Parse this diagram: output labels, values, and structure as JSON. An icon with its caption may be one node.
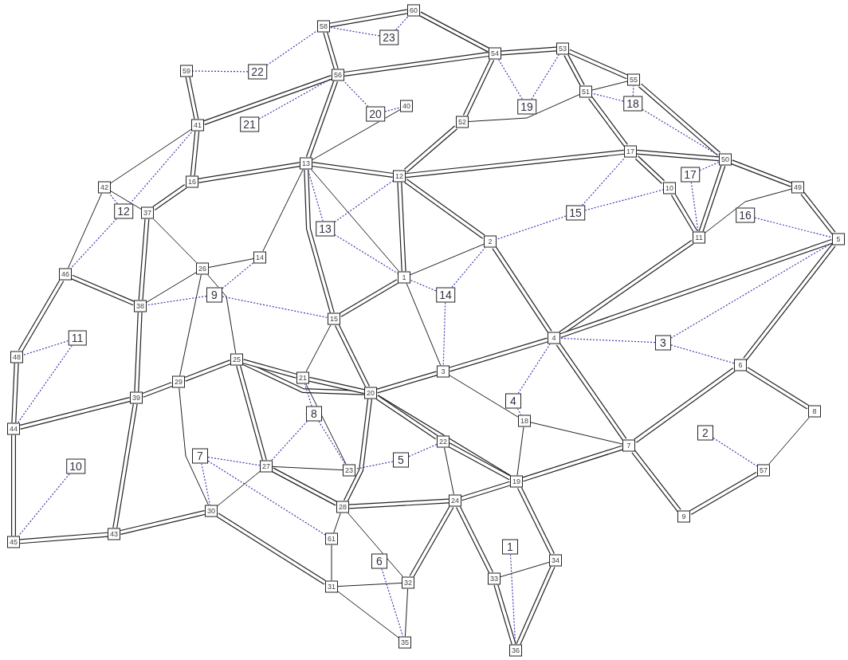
{
  "diagram": {
    "nodes": [
      {
        "text": [
          "1"
        ]
      },
      {
        "text": [
          "2"
        ]
      },
      {
        "text": [
          "3"
        ]
      },
      {
        "text": [
          "4"
        ]
      },
      {
        "text": [
          "5"
        ]
      },
      {
        "text": [
          "6"
        ]
      },
      {
        "text": [
          "7"
        ]
      },
      {
        "text": [
          "8"
        ]
      },
      {
        "text": [
          "9"
        ]
      },
      {
        "text": [
          "10"
        ]
      },
      {
        "text": [
          "11"
        ]
      },
      {
        "text": [
          "12"
        ]
      },
      {
        "text": [
          "13"
        ]
      },
      {
        "text": [
          "14"
        ]
      },
      {
        "text": [
          "15"
        ]
      },
      {
        "text": [
          "16"
        ]
      },
      {
        "text": [
          "17"
        ]
      },
      {
        "text": [
          "18"
        ]
      },
      {
        "text": [
          "19"
        ]
      },
      {
        "text": [
          "20"
        ]
      },
      {
        "text": [
          "21"
        ]
      },
      {
        "text": [
          "22"
        ]
      },
      {
        "text": [
          "23"
        ]
      },
      {
        "text": [
          "24"
        ]
      },
      {
        "text": [
          "25"
        ]
      },
      {
        "text": [
          "26"
        ]
      },
      {
        "text": [
          "27"
        ]
      },
      {
        "text": [
          "28"
        ]
      },
      {
        "text": [
          "29"
        ]
      },
      {
        "text": [
          "30"
        ]
      },
      {
        "text": [
          "31"
        ]
      },
      {
        "text": [
          "32"
        ]
      },
      {
        "text": [
          "33"
        ]
      },
      {
        "text": [
          "34"
        ]
      },
      {
        "text": [
          "35"
        ]
      },
      {
        "text": [
          "36"
        ]
      },
      {
        "text": [
          "37"
        ]
      },
      {
        "text": [
          "38"
        ]
      },
      {
        "text": [
          "39"
        ]
      },
      {
        "text": [
          "40"
        ]
      },
      {
        "text": [
          "41"
        ]
      },
      {
        "text": [
          "42"
        ]
      },
      {
        "text": [
          "43"
        ]
      },
      {
        "text": [
          "44"
        ]
      },
      {
        "text": [
          "45"
        ]
      },
      {
        "text": [
          "46"
        ]
      },
      {
        "text": [
          "48"
        ]
      },
      {
        "text": [
          "49"
        ]
      },
      {
        "text": [
          "50"
        ]
      },
      {
        "text": [
          "51"
        ]
      },
      {
        "text": [
          "52"
        ]
      },
      {
        "text": [
          "53"
        ]
      },
      {
        "text": [
          "54"
        ]
      },
      {
        "text": [
          "55"
        ]
      },
      {
        "text": [
          "56"
        ]
      },
      {
        "text": [
          "57"
        ]
      },
      {
        "text": [
          "58"
        ]
      },
      {
        "text": [
          "59"
        ]
      },
      {
        "text": [
          "60"
        ]
      },
      {
        "text": [
          "61"
        ]
      },
      {
        "text": [
          "1"
        ]
      },
      {
        "text": [
          "2"
        ]
      },
      {
        "text": [
          "3"
        ]
      },
      {
        "text": [
          "4"
        ]
      },
      {
        "text": [
          "5"
        ]
      },
      {
        "text": [
          "6"
        ]
      },
      {
        "text": [
          "7"
        ]
      },
      {
        "text": [
          "8"
        ]
      },
      {
        "text": [
          "9"
        ]
      },
      {
        "text": [
          "10"
        ]
      },
      {
        "text": [
          "11"
        ]
      },
      {
        "text": [
          "12"
        ]
      },
      {
        "text": [
          "13"
        ]
      },
      {
        "text": [
          "14"
        ]
      },
      {
        "text": [
          "15"
        ]
      },
      {
        "text": [
          "16"
        ]
      },
      {
        "text": [
          "17"
        ]
      },
      {
        "text": [
          "18"
        ]
      },
      {
        "text": [
          "19"
        ]
      },
      {
        "text": [
          "20"
        ]
      },
      {
        "text": [
          "21"
        ]
      },
      {
        "text": [
          "22"
        ]
      },
      {
        "text": [
          "23"
        ]
      }
    ],
    "edges": [
      {
        "from": 56,
        "to": 58,
        "arrow": "none",
        "style": "thick"
      },
      {
        "from": 56,
        "to": 54,
        "arrow": "none",
        "style": "thick"
      },
      {
        "from": 54,
        "to": 40,
        "arrow": "none",
        "style": "thick"
      },
      {
        "from": 40,
        "to": 57,
        "arrow": "none",
        "style": "thick"
      },
      {
        "from": 40,
        "to": 15,
        "arrow": "none",
        "style": "thick"
      },
      {
        "from": 54,
        "to": 12,
        "arrow": "none",
        "style": "thick"
      },
      {
        "from": 54,
        "to": 52,
        "arrow": "none",
        "style": "thick"
      },
      {
        "from": 52,
        "to": 51,
        "arrow": "none",
        "style": "thick"
      },
      {
        "from": 58,
        "to": 52,
        "arrow": "none",
        "style": "thick"
      },
      {
        "from": 52,
        "to": 50,
        "arrow": "none",
        "style": "thick"
      },
      {
        "from": 50,
        "to": 11,
        "arrow": "none",
        "style": "thick"
      },
      {
        "from": 51,
        "to": 49,
        "arrow": "none",
        "style": "thick"
      },
      {
        "from": 51,
        "to": 53,
        "arrow": "none",
        "style": "thick"
      },
      {
        "from": 49,
        "to": 16,
        "arrow": "none",
        "style": "thick"
      },
      {
        "from": 53,
        "to": 48,
        "arrow": "none",
        "style": "thick"
      },
      {
        "from": 16,
        "to": 48,
        "arrow": "none",
        "style": "thick"
      },
      {
        "from": 16,
        "to": 11,
        "arrow": "none",
        "style": "thick"
      },
      {
        "from": 16,
        "to": 9,
        "arrow": "none",
        "style": "thick"
      },
      {
        "from": 9,
        "to": 10,
        "arrow": "none",
        "style": "thick"
      },
      {
        "from": 48,
        "to": 10,
        "arrow": "none",
        "style": "thick"
      },
      {
        "from": 48,
        "to": 47,
        "arrow": "none",
        "style": "thick"
      },
      {
        "from": 47,
        "to": 4,
        "arrow": "none",
        "style": "thick"
      },
      {
        "from": 10,
        "to": 3,
        "arrow": "none",
        "style": "thick"
      },
      {
        "from": 3,
        "to": 4,
        "arrow": "none",
        "style": "thick"
      },
      {
        "from": 4,
        "to": 5,
        "arrow": "none",
        "style": "thick"
      },
      {
        "from": 5,
        "to": 6,
        "arrow": "none",
        "style": "thick"
      },
      {
        "from": 5,
        "to": 7,
        "arrow": "none",
        "style": "thick"
      },
      {
        "from": 6,
        "to": 8,
        "arrow": "none",
        "style": "thick"
      },
      {
        "from": 8,
        "to": 55,
        "arrow": "none",
        "style": "thick"
      },
      {
        "from": 3,
        "to": 6,
        "arrow": "none",
        "style": "thick"
      },
      {
        "from": 1,
        "to": 3,
        "arrow": "none",
        "style": "thick"
      },
      {
        "from": 11,
        "to": 1,
        "arrow": "none",
        "style": "thick"
      },
      {
        "from": 11,
        "to": 0,
        "arrow": "none",
        "style": "thick"
      },
      {
        "from": 11,
        "to": 12,
        "arrow": "none",
        "style": "thick"
      },
      {
        "from": 12,
        "to": 15,
        "arrow": "none",
        "style": "thick"
      },
      {
        "from": 15,
        "to": 36,
        "arrow": "none",
        "style": "thick"
      },
      {
        "from": 36,
        "to": 37,
        "arrow": "none",
        "style": "thick"
      },
      {
        "from": 37,
        "to": 45,
        "arrow": "none",
        "style": "thick"
      },
      {
        "from": 45,
        "to": 46,
        "arrow": "none",
        "style": "thick"
      },
      {
        "from": 46,
        "to": 43,
        "arrow": "none",
        "style": "thick"
      },
      {
        "from": 43,
        "to": 38,
        "arrow": "none",
        "style": "thick"
      },
      {
        "from": 43,
        "to": 44,
        "arrow": "none",
        "style": "thick"
      },
      {
        "from": 44,
        "to": 42,
        "arrow": "none",
        "style": "thick"
      },
      {
        "from": 42,
        "to": 38,
        "arrow": "none",
        "style": "thick"
      },
      {
        "from": 38,
        "to": 37,
        "arrow": "none",
        "style": "thick"
      },
      {
        "from": 38,
        "to": 28,
        "arrow": "none",
        "style": "thick"
      },
      {
        "from": 28,
        "to": 24,
        "arrow": "none",
        "style": "thick"
      },
      {
        "from": 24,
        "to": 19,
        "arrow": "none",
        "style": "thick"
      },
      {
        "from": 24,
        "to": 26,
        "arrow": "none",
        "style": "thick"
      },
      {
        "from": 26,
        "to": 27,
        "arrow": "none",
        "style": "thick"
      },
      {
        "from": 27,
        "to": 23,
        "arrow": "none",
        "style": "thick"
      },
      {
        "from": 23,
        "to": 18,
        "arrow": "none",
        "style": "thick"
      },
      {
        "from": 18,
        "to": 6,
        "arrow": "none",
        "style": "thick"
      },
      {
        "from": 19,
        "to": 2,
        "arrow": "none",
        "style": "thick"
      },
      {
        "from": 2,
        "to": 3,
        "arrow": "none",
        "style": "thick"
      },
      {
        "from": 19,
        "to": 18,
        "arrow": "none",
        "style": "thick"
      },
      {
        "from": 19,
        "to": 27,
        "arrow": "none",
        "style": "thick"
      },
      {
        "from": 18,
        "to": 33,
        "arrow": "none",
        "style": "thick"
      },
      {
        "from": 33,
        "to": 35,
        "arrow": "none",
        "style": "thick"
      },
      {
        "from": 23,
        "to": 32,
        "arrow": "none",
        "style": "thick"
      },
      {
        "from": 32,
        "to": 35,
        "arrow": "none",
        "style": "thick"
      },
      {
        "from": 23,
        "to": 31,
        "arrow": "none",
        "style": "thick"
      },
      {
        "from": 29,
        "to": 30,
        "arrow": "none",
        "style": "thick"
      },
      {
        "from": 29,
        "to": 42,
        "arrow": "none",
        "style": "thick"
      },
      {
        "from": 0,
        "to": 14,
        "arrow": "none",
        "style": "thick"
      },
      {
        "from": 14,
        "to": 19,
        "arrow": "none",
        "style": "thick"
      },
      {
        "from": 12,
        "to": 14,
        "arrow": "none",
        "style": "thick"
      },
      {
        "from": 20,
        "to": 19,
        "arrow": "none",
        "style": "thick"
      },
      {
        "from": 20,
        "to": 24,
        "arrow": "none",
        "style": "thick"
      },
      {
        "from": 19,
        "to": 21,
        "arrow": "none",
        "style": "thick"
      },
      {
        "from": 21,
        "to": 18,
        "arrow": "none",
        "style": "thick"
      },
      {
        "from": 41,
        "to": 36,
        "arrow": "none"
      },
      {
        "from": 41,
        "to": 45,
        "arrow": "none"
      },
      {
        "from": 41,
        "to": 40,
        "arrow": "none"
      },
      {
        "from": 55,
        "to": 7,
        "arrow": "none"
      },
      {
        "from": 37,
        "to": 25,
        "arrow": "none"
      },
      {
        "from": 25,
        "to": 13,
        "arrow": "none"
      },
      {
        "from": 25,
        "to": 36,
        "arrow": "none"
      },
      {
        "from": 25,
        "to": 28,
        "arrow": "none"
      },
      {
        "from": 25,
        "to": 24,
        "arrow": "none"
      },
      {
        "from": 13,
        "to": 12,
        "arrow": "none"
      },
      {
        "from": 14,
        "to": 20,
        "arrow": "none"
      },
      {
        "from": 20,
        "to": 22,
        "arrow": "none"
      },
      {
        "from": 21,
        "to": 23,
        "arrow": "none"
      },
      {
        "from": 17,
        "to": 2,
        "arrow": "none"
      },
      {
        "from": 17,
        "to": 18,
        "arrow": "none"
      },
      {
        "from": 17,
        "to": 6,
        "arrow": "none"
      },
      {
        "from": 0,
        "to": 1,
        "arrow": "none"
      },
      {
        "from": 0,
        "to": 2,
        "arrow": "none"
      },
      {
        "from": 12,
        "to": 39,
        "arrow": "none"
      },
      {
        "from": 49,
        "to": 50,
        "arrow": "none"
      },
      {
        "from": 49,
        "to": 53,
        "arrow": "none"
      },
      {
        "from": 10,
        "to": 47,
        "arrow": "none"
      },
      {
        "from": 22,
        "to": 26,
        "arrow": "none"
      },
      {
        "from": 26,
        "to": 29,
        "arrow": "none"
      },
      {
        "from": 27,
        "to": 31,
        "arrow": "none"
      },
      {
        "from": 30,
        "to": 31,
        "arrow": "none"
      },
      {
        "from": 32,
        "to": 33,
        "arrow": "none"
      },
      {
        "from": 28,
        "to": 29,
        "arrow": "none"
      },
      {
        "from": 59,
        "to": 27,
        "arrow": "none"
      },
      {
        "from": 59,
        "to": 30,
        "arrow": "none"
      },
      {
        "from": 30,
        "to": 34,
        "arrow": "none"
      },
      {
        "from": 31,
        "to": 34,
        "arrow": "none"
      },
      {
        "from": 12,
        "to": 0,
        "arrow": "none"
      },
      {
        "from": 60,
        "to": 35,
        "arrow": "none",
        "style": "dashed",
        "color": "#3b3bb0"
      },
      {
        "from": 61,
        "to": 55,
        "arrow": "none",
        "style": "dashed",
        "color": "#3b3bb0"
      },
      {
        "from": 62,
        "to": 3,
        "arrow": "none",
        "style": "dashed",
        "color": "#3b3bb0"
      },
      {
        "from": 62,
        "to": 5,
        "arrow": "none",
        "style": "dashed",
        "color": "#3b3bb0"
      },
      {
        "from": 62,
        "to": 4,
        "arrow": "none",
        "style": "dashed",
        "color": "#3b3bb0"
      },
      {
        "from": 63,
        "to": 3,
        "arrow": "none",
        "style": "dashed",
        "color": "#3b3bb0"
      },
      {
        "from": 63,
        "to": 17,
        "arrow": "none",
        "style": "dashed",
        "color": "#3b3bb0"
      },
      {
        "from": 64,
        "to": 21,
        "arrow": "none",
        "style": "dashed",
        "color": "#3b3bb0"
      },
      {
        "from": 64,
        "to": 22,
        "arrow": "none",
        "style": "dashed",
        "color": "#3b3bb0"
      },
      {
        "from": 65,
        "to": 34,
        "arrow": "none",
        "style": "dashed",
        "color": "#3b3bb0"
      },
      {
        "from": 66,
        "to": 26,
        "arrow": "none",
        "style": "dashed",
        "color": "#3b3bb0"
      },
      {
        "from": 66,
        "to": 29,
        "arrow": "none",
        "style": "dashed",
        "color": "#3b3bb0"
      },
      {
        "from": 66,
        "to": 59,
        "arrow": "none",
        "style": "dashed",
        "color": "#3b3bb0"
      },
      {
        "from": 67,
        "to": 26,
        "arrow": "none",
        "style": "dashed",
        "color": "#3b3bb0"
      },
      {
        "from": 67,
        "to": 20,
        "arrow": "none",
        "style": "dashed",
        "color": "#3b3bb0"
      },
      {
        "from": 67,
        "to": 22,
        "arrow": "none",
        "style": "dashed",
        "color": "#3b3bb0"
      },
      {
        "from": 68,
        "to": 13,
        "arrow": "none",
        "style": "dashed",
        "color": "#3b3bb0"
      },
      {
        "from": 68,
        "to": 37,
        "arrow": "none",
        "style": "dashed",
        "color": "#3b3bb0"
      },
      {
        "from": 68,
        "to": 14,
        "arrow": "none",
        "style": "dashed",
        "color": "#3b3bb0"
      },
      {
        "from": 69,
        "to": 44,
        "arrow": "none",
        "style": "dashed",
        "color": "#3b3bb0"
      },
      {
        "from": 70,
        "to": 46,
        "arrow": "none",
        "style": "dashed",
        "color": "#3b3bb0"
      },
      {
        "from": 70,
        "to": 43,
        "arrow": "none",
        "style": "dashed",
        "color": "#3b3bb0"
      },
      {
        "from": 71,
        "to": 40,
        "arrow": "none",
        "style": "dashed",
        "color": "#3b3bb0"
      },
      {
        "from": 71,
        "to": 45,
        "arrow": "none",
        "style": "dashed",
        "color": "#3b3bb0"
      },
      {
        "from": 71,
        "to": 41,
        "arrow": "none",
        "style": "dashed",
        "color": "#3b3bb0"
      },
      {
        "from": 72,
        "to": 12,
        "arrow": "none",
        "style": "dashed",
        "color": "#3b3bb0"
      },
      {
        "from": 72,
        "to": 11,
        "arrow": "none",
        "style": "dashed",
        "color": "#3b3bb0"
      },
      {
        "from": 72,
        "to": 0,
        "arrow": "none",
        "style": "dashed",
        "color": "#3b3bb0"
      },
      {
        "from": 73,
        "to": 0,
        "arrow": "none",
        "style": "dashed",
        "color": "#3b3bb0"
      },
      {
        "from": 73,
        "to": 1,
        "arrow": "none",
        "style": "dashed",
        "color": "#3b3bb0"
      },
      {
        "from": 73,
        "to": 2,
        "arrow": "none",
        "style": "dashed",
        "color": "#3b3bb0"
      },
      {
        "from": 74,
        "to": 16,
        "arrow": "none",
        "style": "dashed",
        "color": "#3b3bb0"
      },
      {
        "from": 74,
        "to": 9,
        "arrow": "none",
        "style": "dashed",
        "color": "#3b3bb0"
      },
      {
        "from": 74,
        "to": 1,
        "arrow": "none",
        "style": "dashed",
        "color": "#3b3bb0"
      },
      {
        "from": 75,
        "to": 4,
        "arrow": "none",
        "style": "dashed",
        "color": "#3b3bb0"
      },
      {
        "from": 76,
        "to": 48,
        "arrow": "none",
        "style": "dashed",
        "color": "#3b3bb0"
      },
      {
        "from": 76,
        "to": 10,
        "arrow": "none",
        "style": "dashed",
        "color": "#3b3bb0"
      },
      {
        "from": 77,
        "to": 49,
        "arrow": "none",
        "style": "dashed",
        "color": "#3b3bb0"
      },
      {
        "from": 77,
        "to": 53,
        "arrow": "none",
        "style": "dashed",
        "color": "#3b3bb0"
      },
      {
        "from": 77,
        "to": 48,
        "arrow": "none",
        "style": "dashed",
        "color": "#3b3bb0"
      },
      {
        "from": 78,
        "to": 52,
        "arrow": "none",
        "style": "dashed",
        "color": "#3b3bb0"
      },
      {
        "from": 78,
        "to": 51,
        "arrow": "none",
        "style": "dashed",
        "color": "#3b3bb0"
      },
      {
        "from": 79,
        "to": 54,
        "arrow": "none",
        "style": "dashed",
        "color": "#3b3bb0"
      },
      {
        "from": 79,
        "to": 39,
        "arrow": "none",
        "style": "dashed",
        "color": "#3b3bb0"
      },
      {
        "from": 80,
        "to": 54,
        "arrow": "none",
        "style": "dashed",
        "color": "#3b3bb0"
      },
      {
        "from": 81,
        "to": 57,
        "arrow": "none",
        "style": "dashed",
        "color": "#3b3bb0"
      },
      {
        "from": 81,
        "to": 56,
        "arrow": "none",
        "style": "dashed",
        "color": "#3b3bb0"
      },
      {
        "from": 82,
        "to": 56,
        "arrow": "none",
        "style": "dashed",
        "color": "#3b3bb0"
      },
      {
        "from": 82,
        "to": 58,
        "arrow": "none",
        "style": "dashed",
        "color": "#3b3bb0"
      }
    ]
  }
}
